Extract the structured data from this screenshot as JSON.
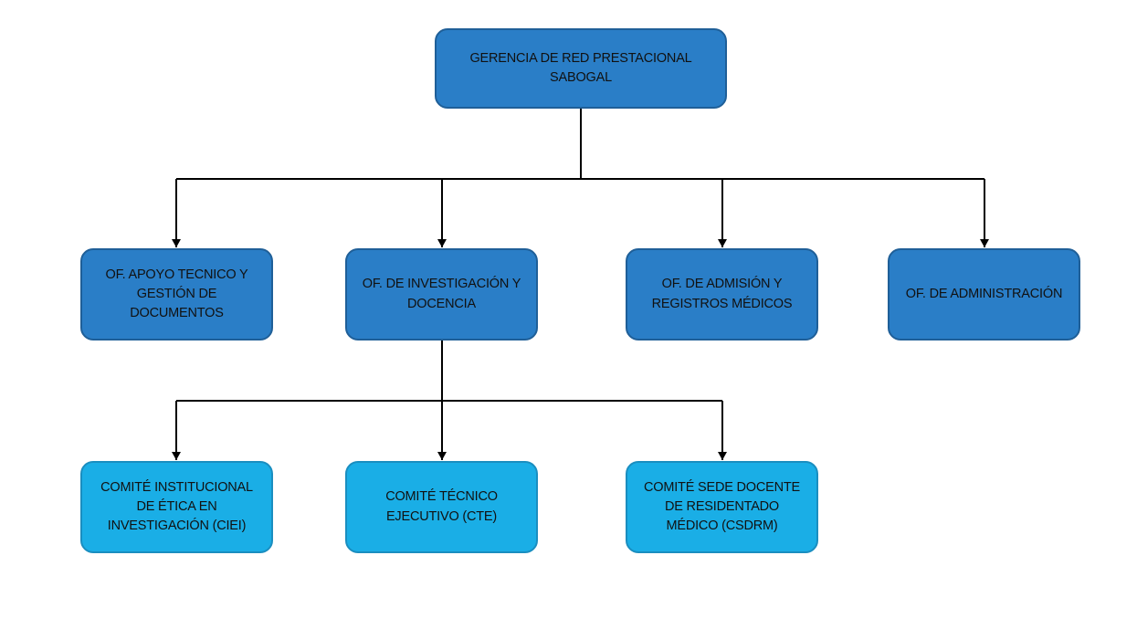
{
  "diagram": {
    "type": "org-chart",
    "colors": {
      "primary_box": "#2a7ec7",
      "primary_border": "#1f5f98",
      "secondary_box": "#1aaee6",
      "secondary_border": "#1a8ec0",
      "connector": "#000000",
      "text": "#111111"
    },
    "root": {
      "label": "GERENCIA DE RED PRESTACIONAL\nSABOGAL"
    },
    "offices": [
      {
        "label": "OF. APOYO TECNICO Y\nGESTIÓN DE\nDOCUMENTOS"
      },
      {
        "label": "OF. DE INVESTIGACIÓN Y\nDOCENCIA"
      },
      {
        "label": "OF. DE ADMISIÓN Y\nREGISTROS MÉDICOS"
      },
      {
        "label": "OF. DE ADMINISTRACIÓN"
      }
    ],
    "committees": [
      {
        "label": "COMITÉ INSTITUCIONAL\nDE ÉTICA EN\nINVESTIGACIÓN (CIEI)"
      },
      {
        "label": "COMITÉ TÉCNICO\nEJECUTIVO (CTE)"
      },
      {
        "label": "COMITÉ SEDE DOCENTE\nDE RESIDENTADO\nMÉDICO (CSDRM)"
      }
    ],
    "committees_parent": "OF. DE INVESTIGACIÓN Y\nDOCENCIA"
  }
}
